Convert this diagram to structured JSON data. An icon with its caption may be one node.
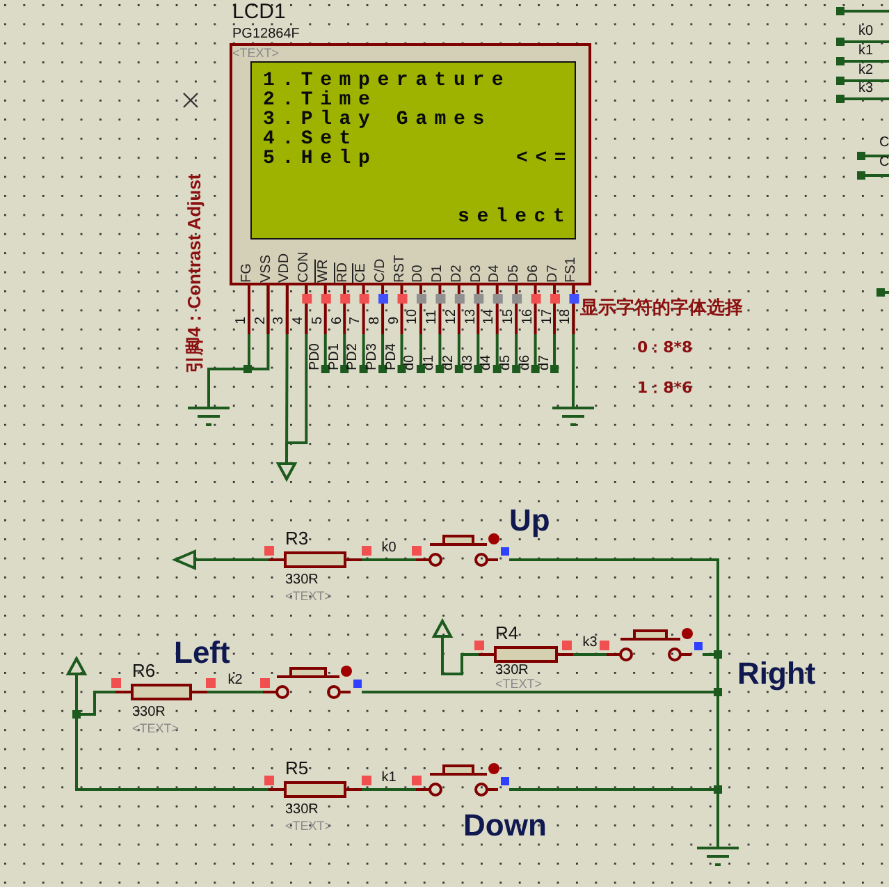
{
  "diagram": {
    "nodes": [
      {
        "text": [
          "LCD1",
          "PG12864F",
          "<TEXT>"
        ]
      },
      {
        "text": [
          "1.Temperature",
          "2.Time",
          "3.Play Games",
          "4.Set",
          "5.Help",
          "<<=",
          "select"
        ],
        "in": 0
      },
      {
        "text": [],
        "shape": "triangle"
      },
      {
        "text": [],
        "shape": "resistor",
        "beside": [
          "R3",
          "330R",
          "<TEXT>"
        ]
      },
      {
        "text": [],
        "shape": "switch"
      },
      {
        "text": [],
        "shape": "triangle"
      },
      {
        "text": [],
        "shape": "resistor",
        "beside": [
          "R4",
          "330R",
          "<TEXT>"
        ]
      },
      {
        "text": [],
        "shape": "switch"
      },
      {
        "text": [],
        "shape": "triangle"
      },
      {
        "text": [],
        "shape": "resistor",
        "beside": [
          "R6",
          "330R",
          "<TEXT>"
        ]
      },
      {
        "text": [],
        "shape": "switch"
      },
      {
        "text": [],
        "shape": "resistor",
        "beside": [
          "R5",
          "330R",
          "<TEXT>"
        ]
      },
      {
        "text": [],
        "shape": "switch"
      },
      {
        "text": [],
        "shape": "ground"
      },
      {
        "text": [],
        "shape": "ground"
      },
      {
        "text": [],
        "shape": "triangle"
      },
      {
        "text": [],
        "shape": "ground"
      }
    ],
    "edges": [
      {
        "from": 3,
        "to": 2,
        "arrow": "none"
      },
      {
        "from": 3,
        "to": 4,
        "arrow": "none",
        "label": "k0"
      },
      {
        "from": 4,
        "to": 13,
        "arrow": "none"
      },
      {
        "from": 6,
        "to": 5,
        "arrow": "none"
      },
      {
        "from": 6,
        "to": 7,
        "arrow": "none",
        "label": "k3"
      },
      {
        "from": 7,
        "to": 13,
        "arrow": "none"
      },
      {
        "from": 9,
        "to": 8,
        "arrow": "none"
      },
      {
        "from": 9,
        "to": 10,
        "arrow": "none",
        "label": "k2"
      },
      {
        "from": 10,
        "to": 13,
        "arrow": "none"
      },
      {
        "from": 11,
        "to": 8,
        "arrow": "none"
      },
      {
        "from": 11,
        "to": 12,
        "arrow": "none",
        "label": "k1"
      },
      {
        "from": 12,
        "to": 13,
        "arrow": "none"
      },
      {
        "from": 0,
        "to": 14,
        "arrow": "none"
      },
      {
        "from": 0,
        "to": 14,
        "arrow": "none"
      },
      {
        "from": 0,
        "to": 15,
        "arrow": "none"
      },
      {
        "from": 0,
        "to": 15,
        "arrow": "none"
      },
      {
        "from": 0,
        "to": 16,
        "arrow": "none"
      }
    ],
    "labels": [
      "引脚4：Contrast Adjust",
      "FG",
      "VSS",
      "VDD",
      "CON",
      "WR",
      "RD",
      "CE",
      "C/D",
      "RST",
      "D0",
      "D1",
      "D2",
      "D3",
      "D4",
      "D5",
      "D6",
      "D7",
      "FS1",
      "1",
      "2",
      "3",
      "4",
      "5",
      "6",
      "7",
      "8",
      "9",
      "10",
      "11",
      "12",
      "13",
      "14",
      "15",
      "16",
      "17",
      "18",
      "PD0",
      "PD1",
      "PD2",
      "PD3",
      "PD4",
      "d0",
      "d1",
      "d2",
      "d3",
      "d4",
      "d5",
      "d6",
      "d7",
      "显示字符的字体选择",
      "0：8*8",
      "1：8*6",
      "k0",
      "k1",
      "k2",
      "k3",
      "C",
      "C",
      "Up",
      "Left",
      "Right",
      "Down"
    ]
  }
}
